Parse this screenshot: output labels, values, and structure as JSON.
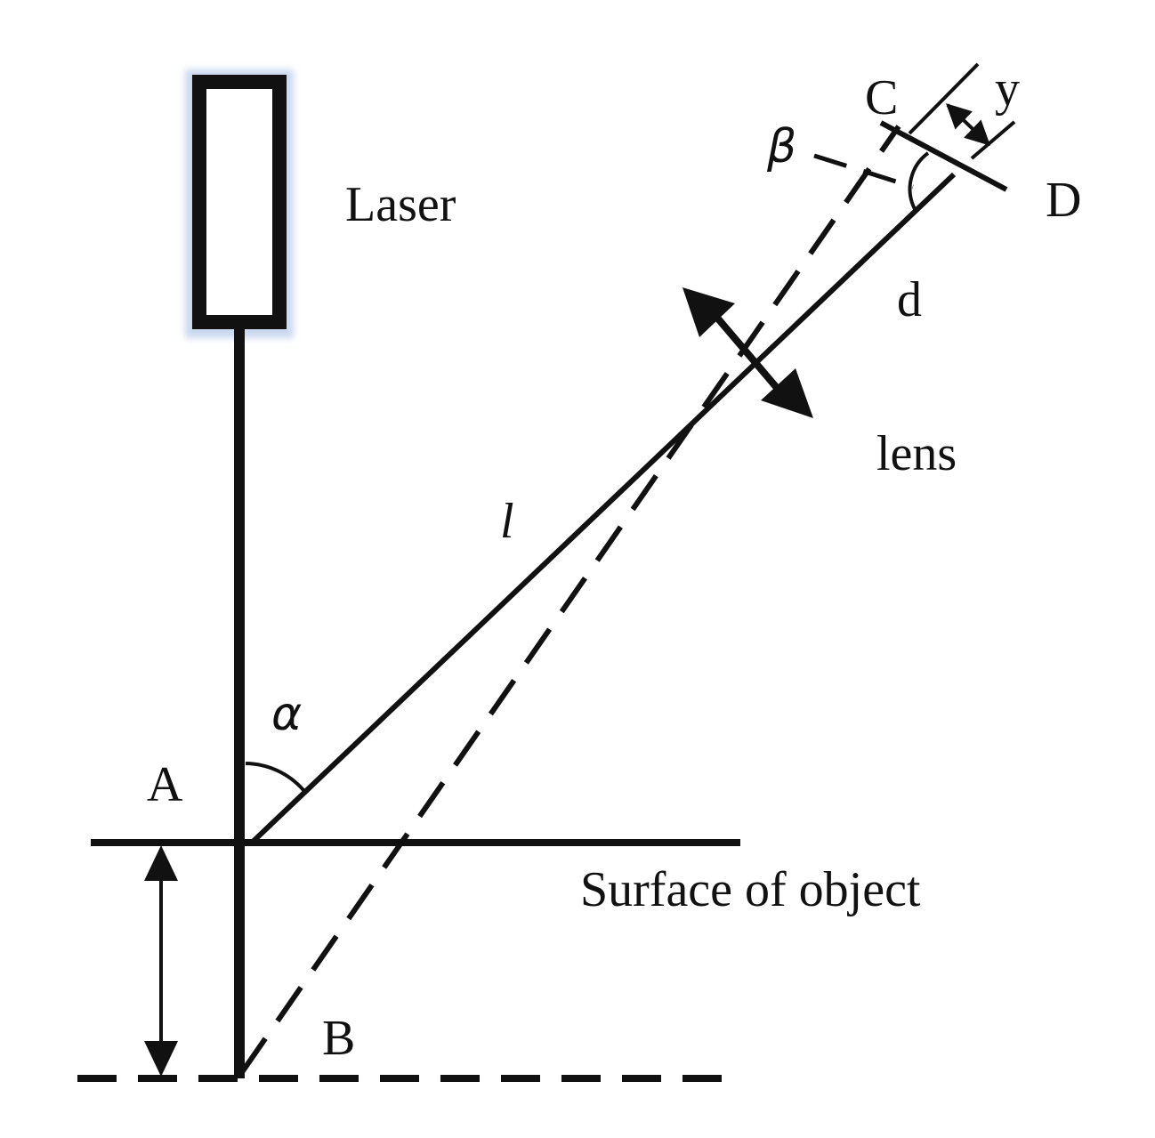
{
  "labels": {
    "laser": "Laser",
    "lens": "lens",
    "surface": "Surface of object",
    "point_a": "A",
    "point_b": "B",
    "point_c": "C",
    "point_d": "D",
    "distance_d": "d",
    "offset_y": "y",
    "length_l": "l",
    "angle_alpha": "α",
    "angle_beta": "β"
  },
  "colors": {
    "ink": "#111111",
    "background": "#ffffff",
    "laser_glow": "#c9d8ee"
  }
}
